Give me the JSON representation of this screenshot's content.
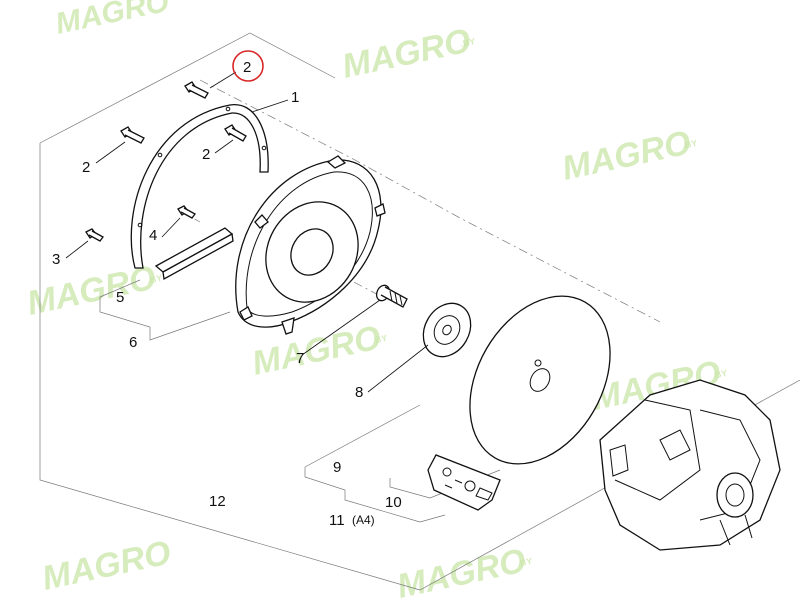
{
  "watermark": {
    "brand": "MAGRO",
    "suffix": ".BY",
    "color": "#c9e6a8"
  },
  "highlight": {
    "label": "2",
    "color": "#d62828"
  },
  "callouts": {
    "c1": "1",
    "c2_left": "2",
    "c2_mid": "2",
    "c3": "3",
    "c4": "4",
    "c5": "5",
    "c6": "6",
    "c7": "7",
    "c8": "8",
    "c9": "9",
    "c10": "10",
    "c11": "11",
    "c11_note": "(A4)",
    "c12": "12"
  }
}
